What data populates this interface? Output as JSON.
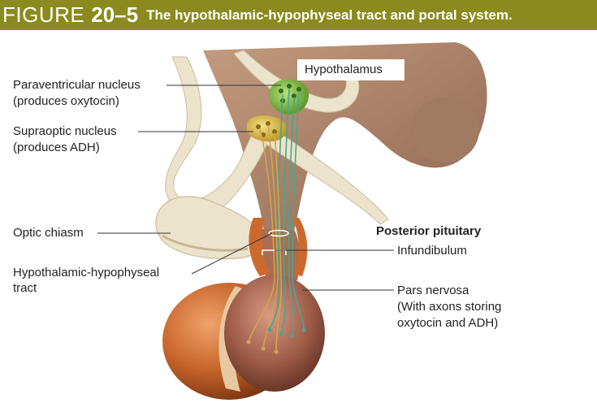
{
  "figure": {
    "word": "FIGURE",
    "number": "20–5",
    "title": "The hypothalamic-hypophyseal tract and portal system."
  },
  "labels": {
    "hypothalamus": "Hypothalamus",
    "paraventricular_1": "Paraventricular nucleus",
    "paraventricular_2": "(produces oxytocin)",
    "supraoptic_1": "Supraoptic nucleus",
    "supraoptic_2": "(produces ADH)",
    "optic_chiasm": "Optic chiasm",
    "tract_1": "Hypothalamic-hypophyseal",
    "tract_2": "tract",
    "posterior_pituitary": "Posterior pituitary",
    "infundibulum": "Infundibulum",
    "pars_1": "Pars nervosa",
    "pars_2": "(With axons storing",
    "pars_3": "oxytocin and ADH)"
  },
  "colors": {
    "banner": "#8a8a1e",
    "brain_tissue": "#b0876c",
    "ventricle_membrane": "#ece3cc",
    "anterior_lobe": "#c8662c",
    "posterior_lobe": "#9c5a47",
    "paraventricular_nucleus": "#79b540",
    "supraoptic_nucleus": "#dcc24a",
    "oxytocin_axons": "#4aa68f",
    "adh_axons": "#d1a54a",
    "leader_line": "#333333"
  }
}
